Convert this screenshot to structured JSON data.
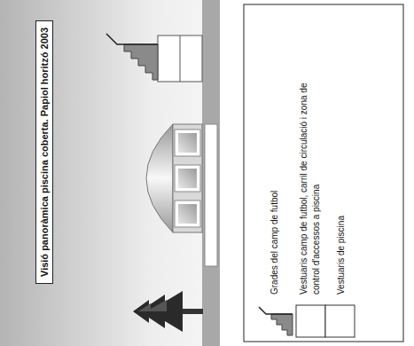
{
  "diagram": {
    "title": "Visió panoràmica piscina coberta. Papiol horitzó 2003",
    "legend": [
      {
        "text": "Grades del camp de futbol"
      },
      {
        "text": "Vestuaris camp de futbol, carril de circulació i zona de control d'accessos a piscina"
      },
      {
        "text": "Vestuaris de piscina"
      }
    ]
  }
}
